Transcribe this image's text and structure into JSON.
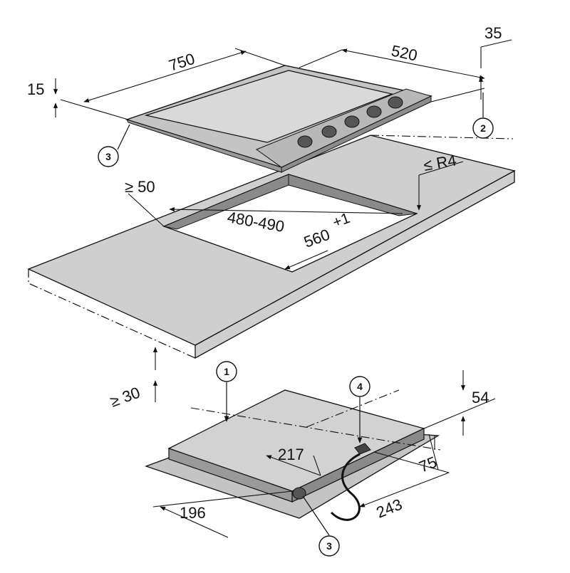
{
  "figure": {
    "colors": {
      "counter_fill": "#cfcfcf",
      "counter_edge": "#e6e6e6",
      "hob_steel": "#c4c4c4",
      "hob_glass": "#d9d9d9",
      "stroke": "#111111"
    },
    "dimensions": {
      "width_750": "750",
      "depth_520": "520",
      "height_35": "35",
      "height_15": "15",
      "edge_min_50": "≥ 50",
      "cutout_depth": "480-490",
      "cutout_width": "560",
      "cutout_tolerance": "+1",
      "radius": "≤ R4",
      "worktop_min_30": "≥ 30",
      "body_height_54": "54",
      "offset_217": "217",
      "offset_196": "196",
      "offset_243": "243",
      "offset_75": "75"
    },
    "callouts": {
      "c1": "1",
      "c2": "2",
      "c3_top": "3",
      "c3_bottom": "3",
      "c4": "4"
    }
  }
}
